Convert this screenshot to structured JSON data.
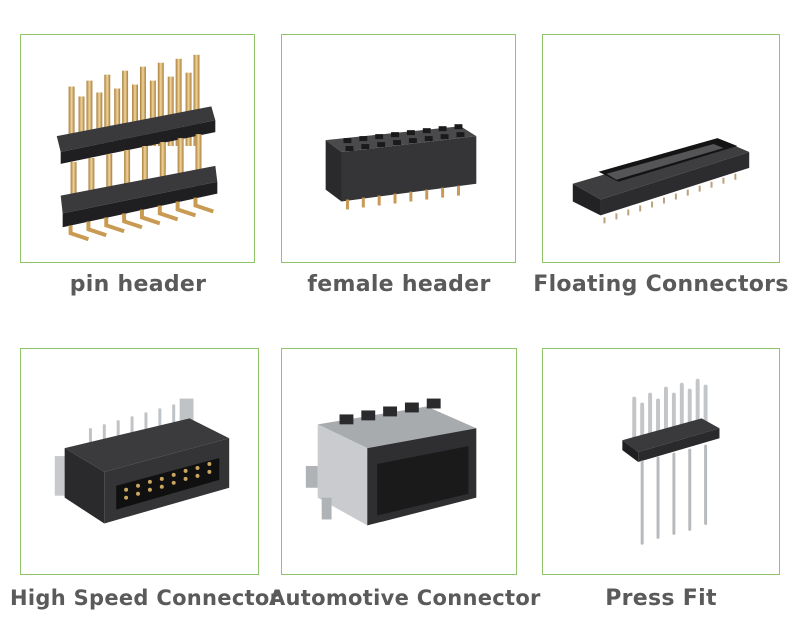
{
  "products": [
    {
      "label": "pin header",
      "image": "pin-header-image"
    },
    {
      "label": "female header",
      "image": "female-header-image"
    },
    {
      "label": "Floating Connectors",
      "image": "floating-connector-image"
    },
    {
      "label": "High Speed Connector",
      "image": "high-speed-connector-image"
    },
    {
      "label": "Automotive Connector",
      "image": "automotive-connector-image"
    },
    {
      "label": "Press Fit",
      "image": "press-fit-image"
    }
  ],
  "colors": {
    "border": "#8fc46a",
    "caption": "#5a5a5a",
    "plastic": "#2e2e30",
    "gold": "#d9b26a",
    "silver": "#b9bcbf"
  }
}
